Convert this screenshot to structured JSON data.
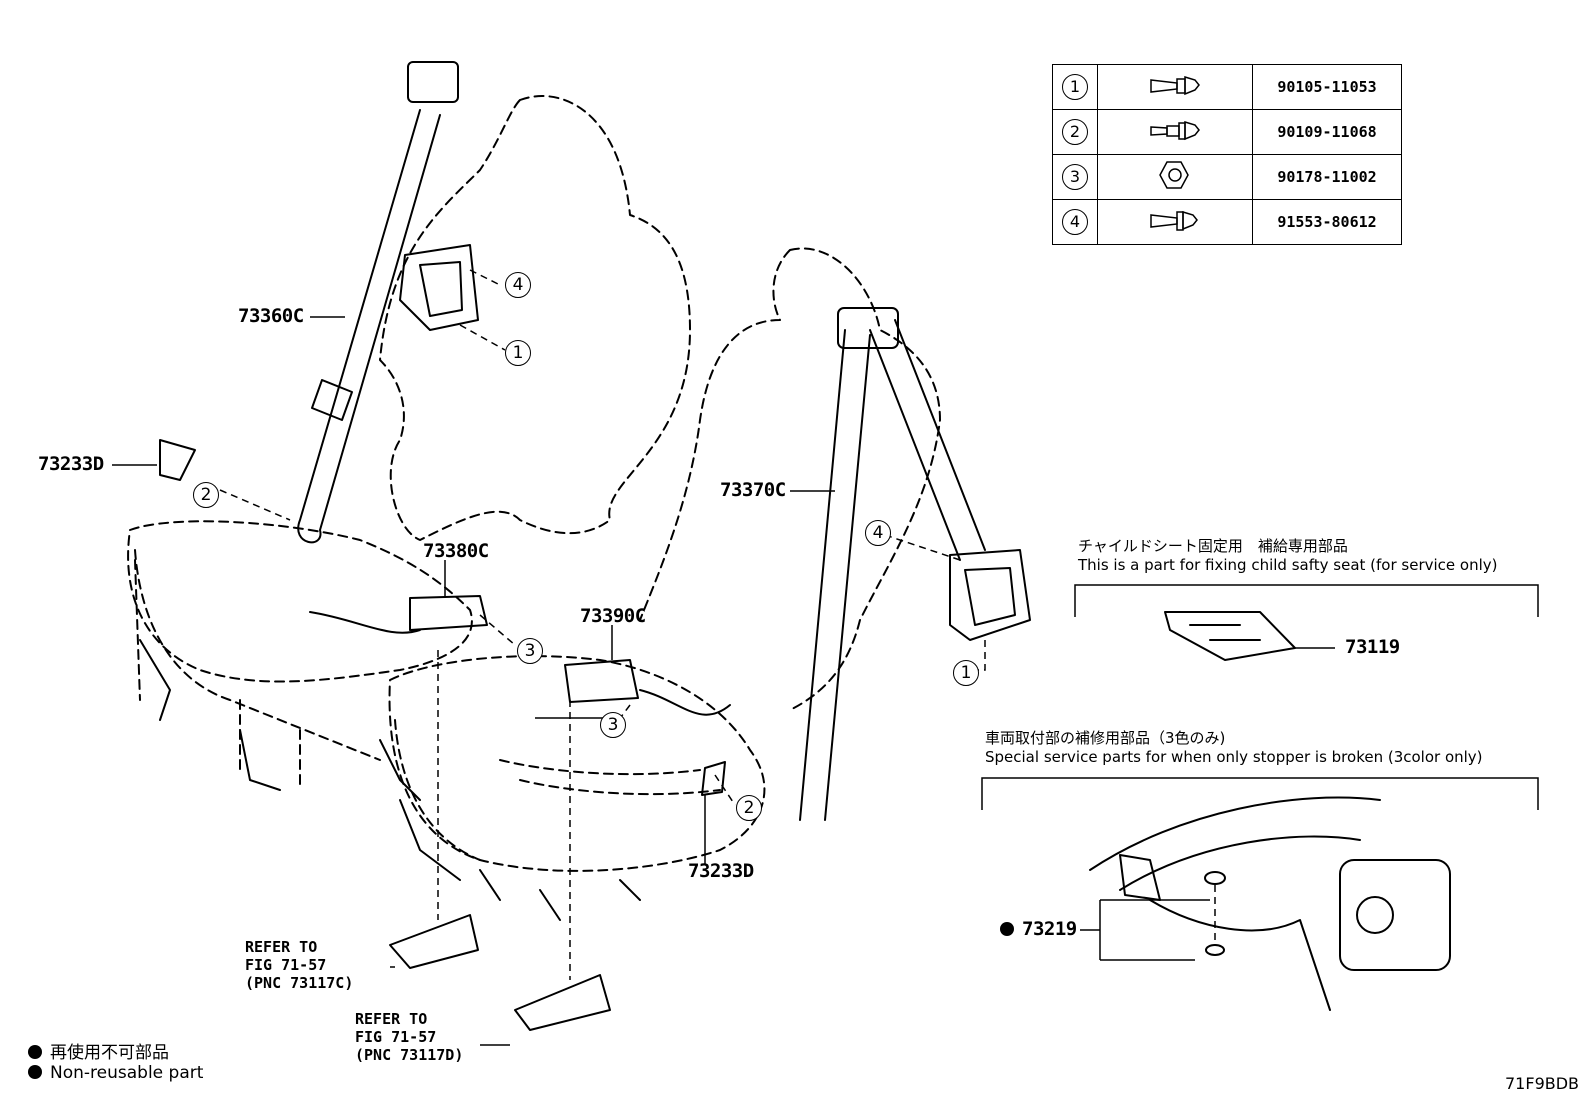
{
  "parts_table": [
    {
      "num": "1",
      "icon": "flange-bolt-icon",
      "part_no": "90105-11053"
    },
    {
      "num": "2",
      "icon": "shoulder-bolt-icon",
      "part_no": "90109-11068"
    },
    {
      "num": "3",
      "icon": "hex-nut-icon",
      "part_no": "90178-11002"
    },
    {
      "num": "4",
      "icon": "flange-bolt-icon",
      "part_no": "91553-80612"
    }
  ],
  "callouts": {
    "c1a": "1",
    "c1b": "1",
    "c2a": "2",
    "c2b": "2",
    "c3a": "3",
    "c3b": "3",
    "c4a": "4",
    "c4b": "4"
  },
  "labels": {
    "l73360c": "73360C",
    "l73233d_left": "73233D",
    "l73380c": "73380C",
    "l73390c": "73390C",
    "l73370c": "73370C",
    "l73233d_bottom": "73233D",
    "l73119": "73119",
    "l73219": "73219"
  },
  "refs": {
    "ref1": [
      "REFER TO",
      "FIG 71-57",
      "(PNC 73117C)"
    ],
    "ref2": [
      "REFER TO",
      "FIG 71-57",
      "(PNC 73117D)"
    ]
  },
  "notes": {
    "child_jp": "チャイルドシート固定用　補給専用部品",
    "child_en": "This is a part for fixing child safty seat (for service only)",
    "stopper_jp": "車両取付部の補修用部品（3色のみ)",
    "stopper_en": "Special service parts for when only stopper is broken (3color only)"
  },
  "legend": {
    "jp": "再使用不可部品",
    "en": "Non-reusable part"
  },
  "figure_id": "71F9BDB"
}
